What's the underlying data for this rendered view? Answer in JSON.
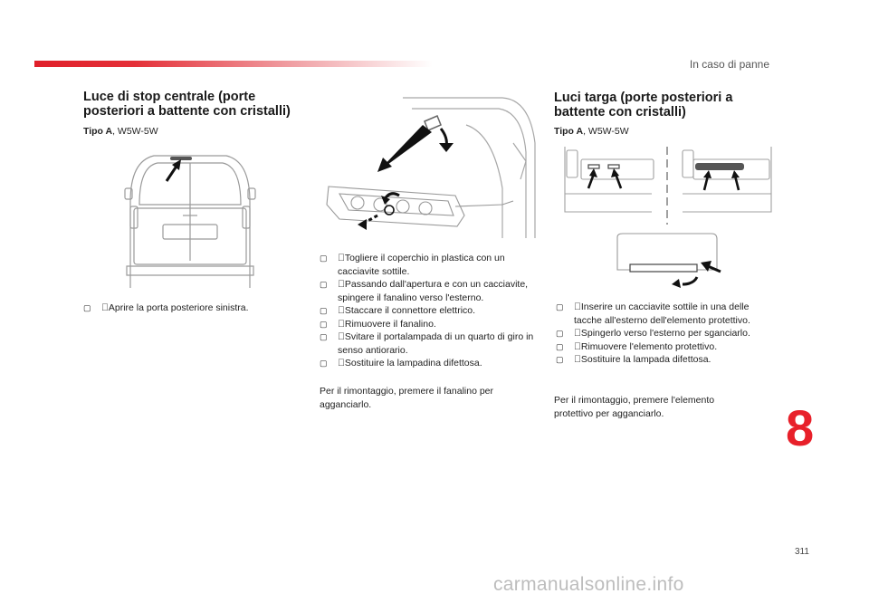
{
  "header": {
    "section": "In caso di panne"
  },
  "left": {
    "title": "Luce di stop centrale (porte posteriori a battente con cristalli)",
    "type_label": "Tipo A",
    "type_value": ", W5W-5W",
    "steps": [
      "Aprire la porta posteriore sinistra."
    ]
  },
  "middle": {
    "steps": [
      "Togliere il coperchio in plastica con un cacciavite sottile.",
      "Passando dall'apertura e con un cacciavite, spingere il fanalino verso l'esterno.",
      "Staccare il connettore elettrico.",
      "Rimuovere il fanalino.",
      "Svitare il portalampada di un quarto di giro in senso antiorario.",
      "Sostituire la lampadina difettosa."
    ],
    "note": "Per il rimontaggio, premere il fanalino per agganciarlo."
  },
  "right": {
    "title": "Luci targa (porte posteriori a battente con cristalli)",
    "type_label": "Tipo A",
    "type_value": ", W5W-5W",
    "steps": [
      "Inserire un cacciavite sottile in una delle tacche all'esterno dell'elemento protettivo.",
      "Spingerlo verso l'esterno per sganciarlo.",
      "Rimuovere l'elemento protettivo.",
      "Sostituire la lampada difettosa."
    ],
    "note": "Per il rimontaggio, premere l'elemento protettivo per agganciarlo."
  },
  "chapter": "8",
  "page_number": "311",
  "watermark": "carmanualsonline.info",
  "colors": {
    "accent": "#e8202a",
    "watermark": "#bdbdbd"
  }
}
